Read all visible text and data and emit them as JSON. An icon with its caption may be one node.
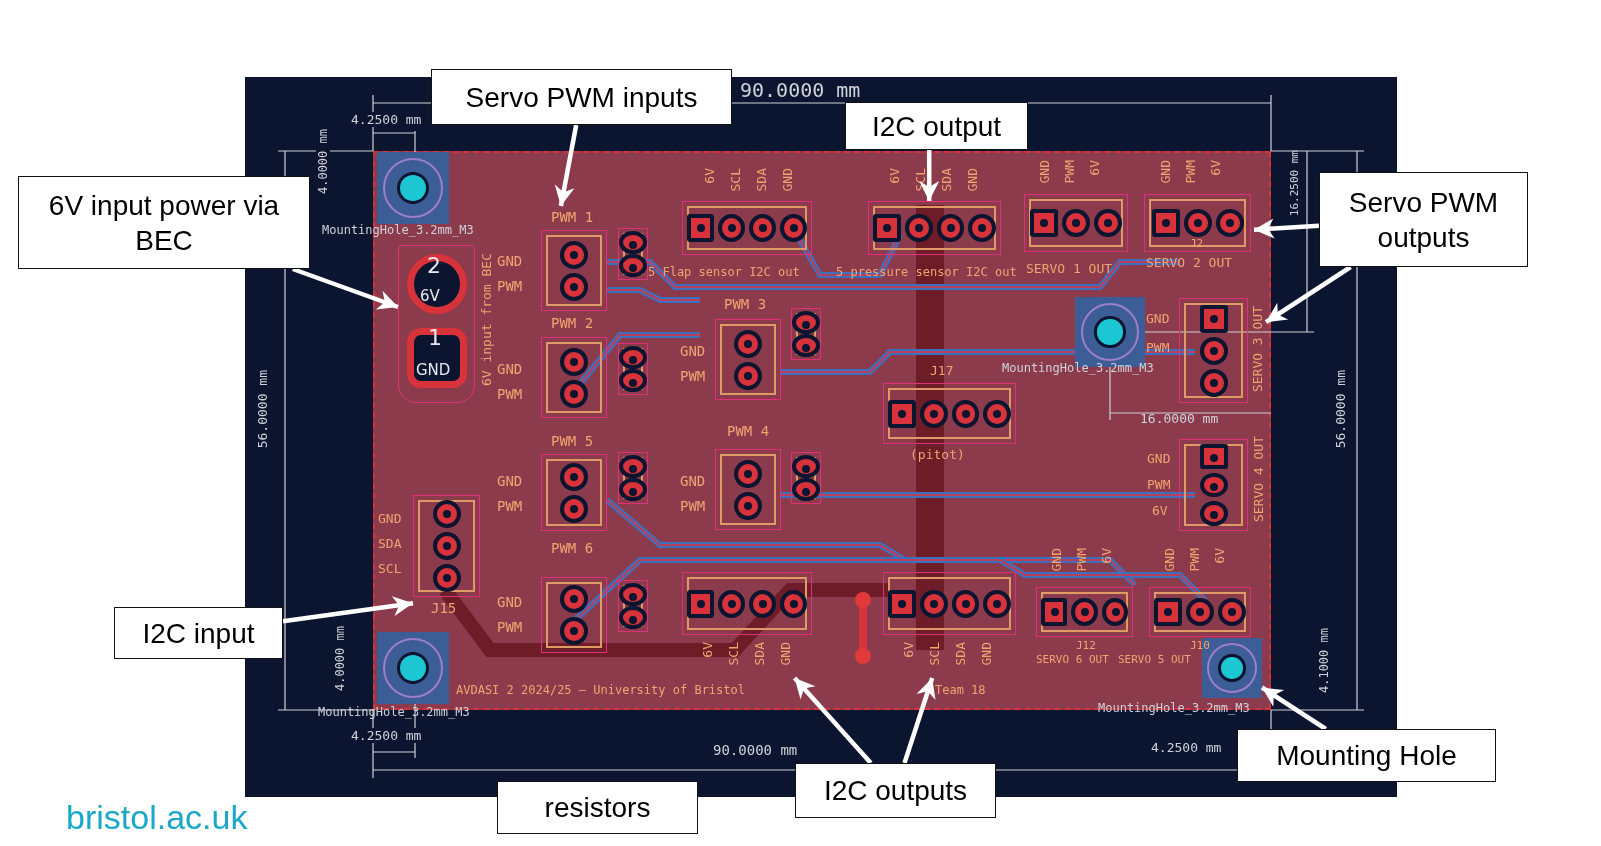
{
  "diagram": {
    "nodes": [
      {
        "text": [
          "Servo PWM inputs"
        ]
      },
      {
        "text": [
          "I2C output"
        ]
      },
      {
        "text": [
          "6V input power via BEC"
        ]
      },
      {
        "text": [
          "Servo PWM outputs"
        ]
      },
      {
        "text": [
          "I2C input"
        ]
      },
      {
        "text": [
          "resistors"
        ]
      },
      {
        "text": [
          "I2C outputs"
        ]
      },
      {
        "text": [
          "Mounting Hole"
        ]
      },
      {
        "text": [
          "2",
          "6V",
          "1",
          "GND"
        ],
        "beside": [
          "6V input from BEC"
        ]
      },
      {
        "text": [
          "PWM 1"
        ],
        "beside": [
          "GND",
          "PWM"
        ]
      },
      {
        "text": [],
        "shape": "box"
      },
      {
        "text": [
          "J2",
          "SERVO 2 OUT"
        ]
      },
      {
        "text": [
          "SERVO 3 OUT"
        ]
      },
      {
        "text": [
          "J15"
        ]
      },
      {
        "text": [
          "6V",
          "SCL",
          "SDA",
          "GND"
        ]
      },
      {
        "text": [
          "6V",
          "SCL",
          "SDA",
          "GND"
        ]
      },
      {
        "text": [],
        "shape": "circle"
      },
      {
        "text": [],
        "shape": "circle"
      },
      {
        "text": [],
        "shape": "box"
      },
      {
        "text": [],
        "shape": "box"
      },
      {
        "text": [],
        "shape": "box"
      },
      {
        "text": [],
        "shape": "circle"
      },
      {
        "text": [],
        "shape": "box"
      },
      {
        "text": [],
        "shape": "box"
      },
      {
        "text": [],
        "shape": "box"
      },
      {
        "text": [],
        "shape": "box"
      },
      {
        "text": [],
        "shape": "box"
      },
      {
        "text": [],
        "shape": "box"
      },
      {
        "text": [],
        "shape": "box"
      },
      {
        "text": [],
        "shape": "box"
      },
      {
        "text": [],
        "shape": "box"
      },
      {
        "text": [],
        "shape": "box"
      },
      {
        "text": [],
        "shape": "box"
      },
      {
        "text": [],
        "shape": "box"
      },
      {
        "text": [],
        "shape": "box"
      },
      {
        "text": [],
        "shape": "box"
      },
      {
        "text": [],
        "shape": "bar"
      },
      {
        "text": [],
        "shape": "circle"
      }
    ],
    "edges": [
      {
        "from": 0,
        "to": 9,
        "arrow": "to"
      },
      {
        "from": 1,
        "to": 10,
        "arrow": "to"
      },
      {
        "from": 2,
        "to": 8,
        "arrow": "to"
      },
      {
        "from": 3,
        "to": 11,
        "arrow": "to"
      },
      {
        "from": 3,
        "to": 12,
        "arrow": "to"
      },
      {
        "from": 4,
        "to": 13,
        "arrow": "to"
      },
      {
        "from": 6,
        "to": 14,
        "arrow": "to"
      },
      {
        "from": 6,
        "to": 15,
        "arrow": "to"
      },
      {
        "from": 7,
        "to": 16,
        "arrow": "to"
      }
    ],
    "labels": [
      "90.0000 mm",
      "4.2500 mm",
      "4.0000 mm",
      "MountingHole_3.2mm_M3",
      "6V",
      "SCL",
      "SDA",
      "GND",
      "6V",
      "SCL",
      "SDA",
      "GND",
      "GND",
      "PWM",
      "6V",
      "GND",
      "PWM",
      "6V",
      "5 Flap sensor I2C out",
      "5 pressure sensor I2C out",
      "SERVO 1 OUT",
      "16.2500 mm",
      "PWM 2",
      "GND",
      "PWM",
      "PWM 3",
      "GND",
      "PWM",
      "GND",
      "PWM",
      "MountingHole_3.2mm_M3",
      "J17",
      "16.0000 mm",
      "56.0000 mm",
      "56.0000 mm",
      "(pitot)",
      "PWM 5",
      "GND",
      "PWM",
      "PWM 4",
      "GND",
      "PWM",
      "GND",
      "PWM",
      "6V",
      "SERVO 4 OUT",
      "GND",
      "SDA",
      "SCL",
      "PWM 6",
      "GND",
      "PWM",
      "GND",
      "PWM",
      "6V",
      "GND",
      "PWM",
      "6V",
      "J12",
      "SERVO 6 OUT",
      "J10",
      "SERVO 5 OUT",
      "AVDASI 2 2024/25 – University of Bristol",
      "Team 18",
      "MountingHole_3.2mm_M3",
      "4.0000 mm",
      "4.2500 mm",
      "MountingHole_3.2mm_M3",
      "4.1000 mm",
      "90.0000 mm",
      "4.2500 mm",
      "bristol.ac.uk"
    ]
  }
}
